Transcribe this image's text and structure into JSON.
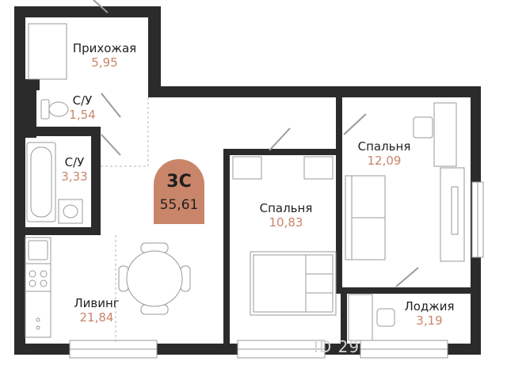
{
  "layout_type": "3С",
  "total_area": "55,61",
  "watermark": "ID 29",
  "colors": {
    "wall": "#2b2b2b",
    "accent": "#c9856a",
    "line": "#9a9a9a",
    "window": "#b9b9b9"
  },
  "rooms": [
    {
      "id": "hallway",
      "name": "Прихожая",
      "area": "5,95"
    },
    {
      "id": "wc",
      "name": "С/У",
      "area": "1,54"
    },
    {
      "id": "bathroom",
      "name": "С/У",
      "area": "3,33"
    },
    {
      "id": "living",
      "name": "Ливинг",
      "area": "21,84"
    },
    {
      "id": "bedroom-1",
      "name": "Спальня",
      "area": "10,83"
    },
    {
      "id": "bedroom-2",
      "name": "Спальня",
      "area": "12,09"
    },
    {
      "id": "loggia",
      "name": "Лоджия",
      "area": "3,19"
    }
  ]
}
